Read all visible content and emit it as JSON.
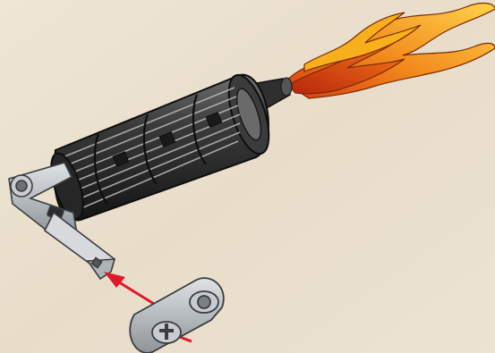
{
  "scene": {
    "description_label": "",
    "parts": [
      {
        "name": "thruster-cylinder-part"
      },
      {
        "name": "nozzle-cone-part"
      },
      {
        "name": "flame-part"
      },
      {
        "name": "arm-connector-part"
      },
      {
        "name": "axle-part"
      },
      {
        "name": "beam-connector-part"
      },
      {
        "name": "assembly-arrow"
      }
    ],
    "colors": {
      "background": "#e9dfcd",
      "dark_part": "#2b2b2b",
      "grey_part": "#b9bec2",
      "flame_outer": "#f6b21a",
      "flame_inner": "#e0531c",
      "arrow": "#e0182b"
    }
  }
}
